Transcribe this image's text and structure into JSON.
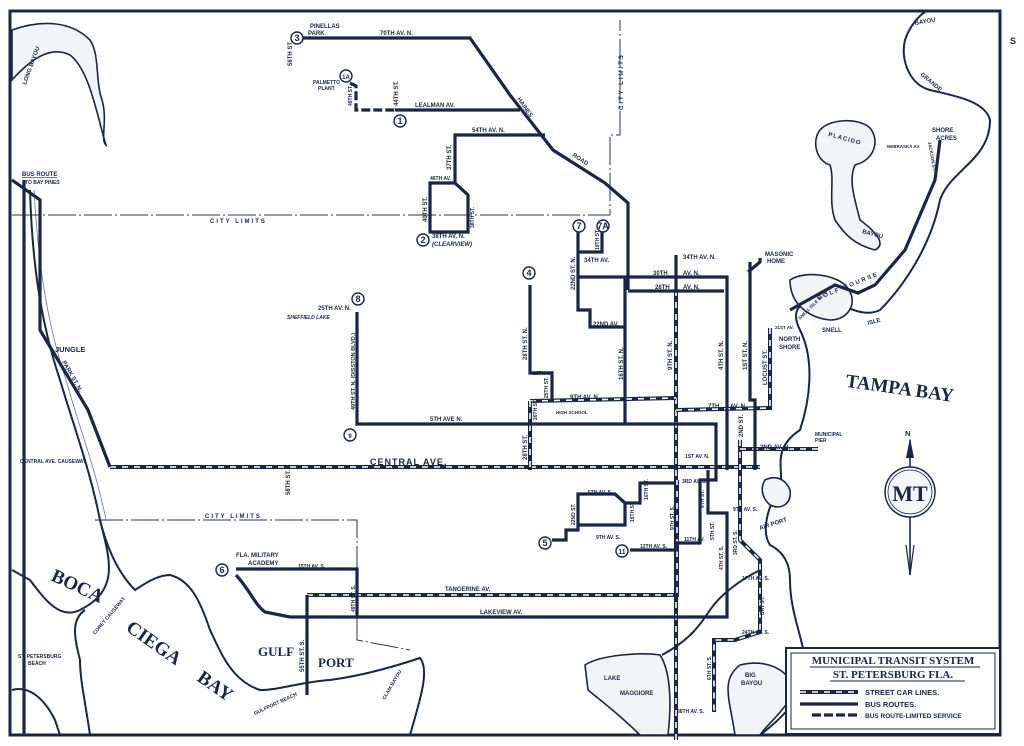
{
  "map_title": "MUNICIPAL TRANSIT SYSTEM",
  "map_subtitle": "ST. PETERSBURG FLA.",
  "legend": [
    {
      "style": "street-car",
      "label": "STREET CAR LINES."
    },
    {
      "style": "bus",
      "label": "BUS ROUTES."
    },
    {
      "style": "limited",
      "label": "BUS ROUTE-LIMITED SERVICE"
    }
  ],
  "route_numbers": [
    "1",
    "1A",
    "2",
    "3",
    "4",
    "5",
    "6",
    "7",
    "7A",
    "8",
    "9",
    "11"
  ],
  "colors": {
    "ink": "#1a2547",
    "paper": "#ffffff"
  },
  "compass": {
    "north": "N",
    "logo": "MT"
  },
  "edge_mark": "S",
  "labels": {
    "pinellas": "PINELLAS",
    "park": "PARK",
    "ave70": "70TH AV. N.",
    "st56": "56TH ST.",
    "palmetto": "PALMETTO",
    "plant": "PLANT",
    "st49n": "49TH ST.",
    "lealman": "LEALMAN AV.",
    "st44": "44TH ST.",
    "haines": "HAINES",
    "road": "ROAD",
    "ave54": "54TH AV. N.",
    "st37": "37TH ST.",
    "ave46": "46TH AV.",
    "st40": "40TH ST.",
    "st38": "38TH ST.",
    "ave38n": "38TH AV. N.",
    "clearview": "(CLEARVIEW)",
    "city_limits": "CITY LIMITS",
    "bus_route": "BUS ROUTE",
    "bay_pines": "TO BAY PINES",
    "jungle": "JUNGLE",
    "park_st": "PARK ST. N.",
    "causeway": "CENTRAL AVE. CAUSEWAY",
    "central": "CENTRAL AVE.",
    "st58": "58TH ST.",
    "ave25": "25TH AV. N.",
    "sheffield": "SHEFFIELD LAKE",
    "disston": "49TH ST. N. (DISSTON BLVD.)",
    "ave5n": "5TH AVE N.",
    "st28n": "28TH ST. N.",
    "ave19": "19TH AV.",
    "st25": "25TH ST.",
    "ave9n": "9TH AV. N.",
    "st26": "26TH ST.",
    "highschool": "HIGH SCHOOL",
    "st28": "28TH ST.",
    "st22n": "22ND ST. N.",
    "ave34": "34TH AV.",
    "st19": "19TH ST.",
    "ave22": "22ND AV.",
    "st16n": "16TH ST. N.",
    "ave34n": "34TH AV. N.",
    "ave30": "30TH",
    "avn": "AV. N.",
    "ave28": "28TH",
    "st9n": "9TH ST. N.",
    "st4n": "4TH ST. N.",
    "st1n": "1ST ST. N.",
    "locust": "LOCUST ST.",
    "masonic": "MASONIC",
    "home": "HOME",
    "north": "NORTH",
    "shore": "SHORE",
    "ave7": "7TH",
    "st2": "2ND ST.",
    "ave2n": "2ND AV. N.",
    "municipal": "MUNICIPAL",
    "pier": "PIER",
    "ave1n": "1ST AV. N.",
    "ave21": "21ST AV.",
    "snellblvd": "SNELL ISLE BLVD",
    "golf": "GOLF COURSE",
    "snell": "SNELL",
    "isle": "ISLE",
    "placido": "PLACIDO",
    "bayou": "BAYOU",
    "grande": "GRANDE",
    "shoreacres1": "SHORE",
    "shoreacres2": "ACRES",
    "nebraska": "NEBRASKA AV.",
    "jackson": "JACKSON ST.",
    "tampa": "TAMPA BAY",
    "airport": "AIR PORT",
    "ave3s": "3RD AV. S.",
    "ave5s": "5TH AV. S.",
    "st22": "22ND ST.",
    "st18": "18TH ST.",
    "ave9s": "9TH AV. S.",
    "ave12s": "12TH AV. S.",
    "ave11": "11TH AV.",
    "st16": "16TH ST.",
    "st9s": "9TH ST. S.",
    "st6": "6TH ST.",
    "st5": "5TH ST.",
    "st4s": "4TH ST. S.",
    "st3s": "3RD ST. S.",
    "ave9s2": "9TH AV. S.",
    "ave17s": "17TH AV. S.",
    "bayst": "BAY ST.",
    "ave24s": "24TH AV. S.",
    "st6s": "6TH ST. S.",
    "ave38s": "38TH AV. S.",
    "lake": "LAKE",
    "maggiore": "MAGGIORE",
    "big": "BIG",
    "bigbayou": "BAYOU",
    "tangerine": "TANGERINE AV.",
    "lakeview": "LAKEVIEW AV.",
    "ave15s": "15TH AV. S.",
    "fla": "FLA. MILITARY",
    "academy": "ACADEMY",
    "st49s": "49TH ST. S.",
    "st55s": "55TH ST. S.",
    "boca": "BOCA",
    "ciega": "CIEGA",
    "bay": "BAY",
    "gulf": "GULF",
    "port": "PORT",
    "stpete": "ST. PETERSBURG",
    "beach": "BEACH",
    "gulfport_beach": "GULFPORT BEACH",
    "clam": "CLAM BAYOU",
    "corey": "COREY CAUSEWAY",
    "long_bayou": "LONG BAYOU"
  }
}
